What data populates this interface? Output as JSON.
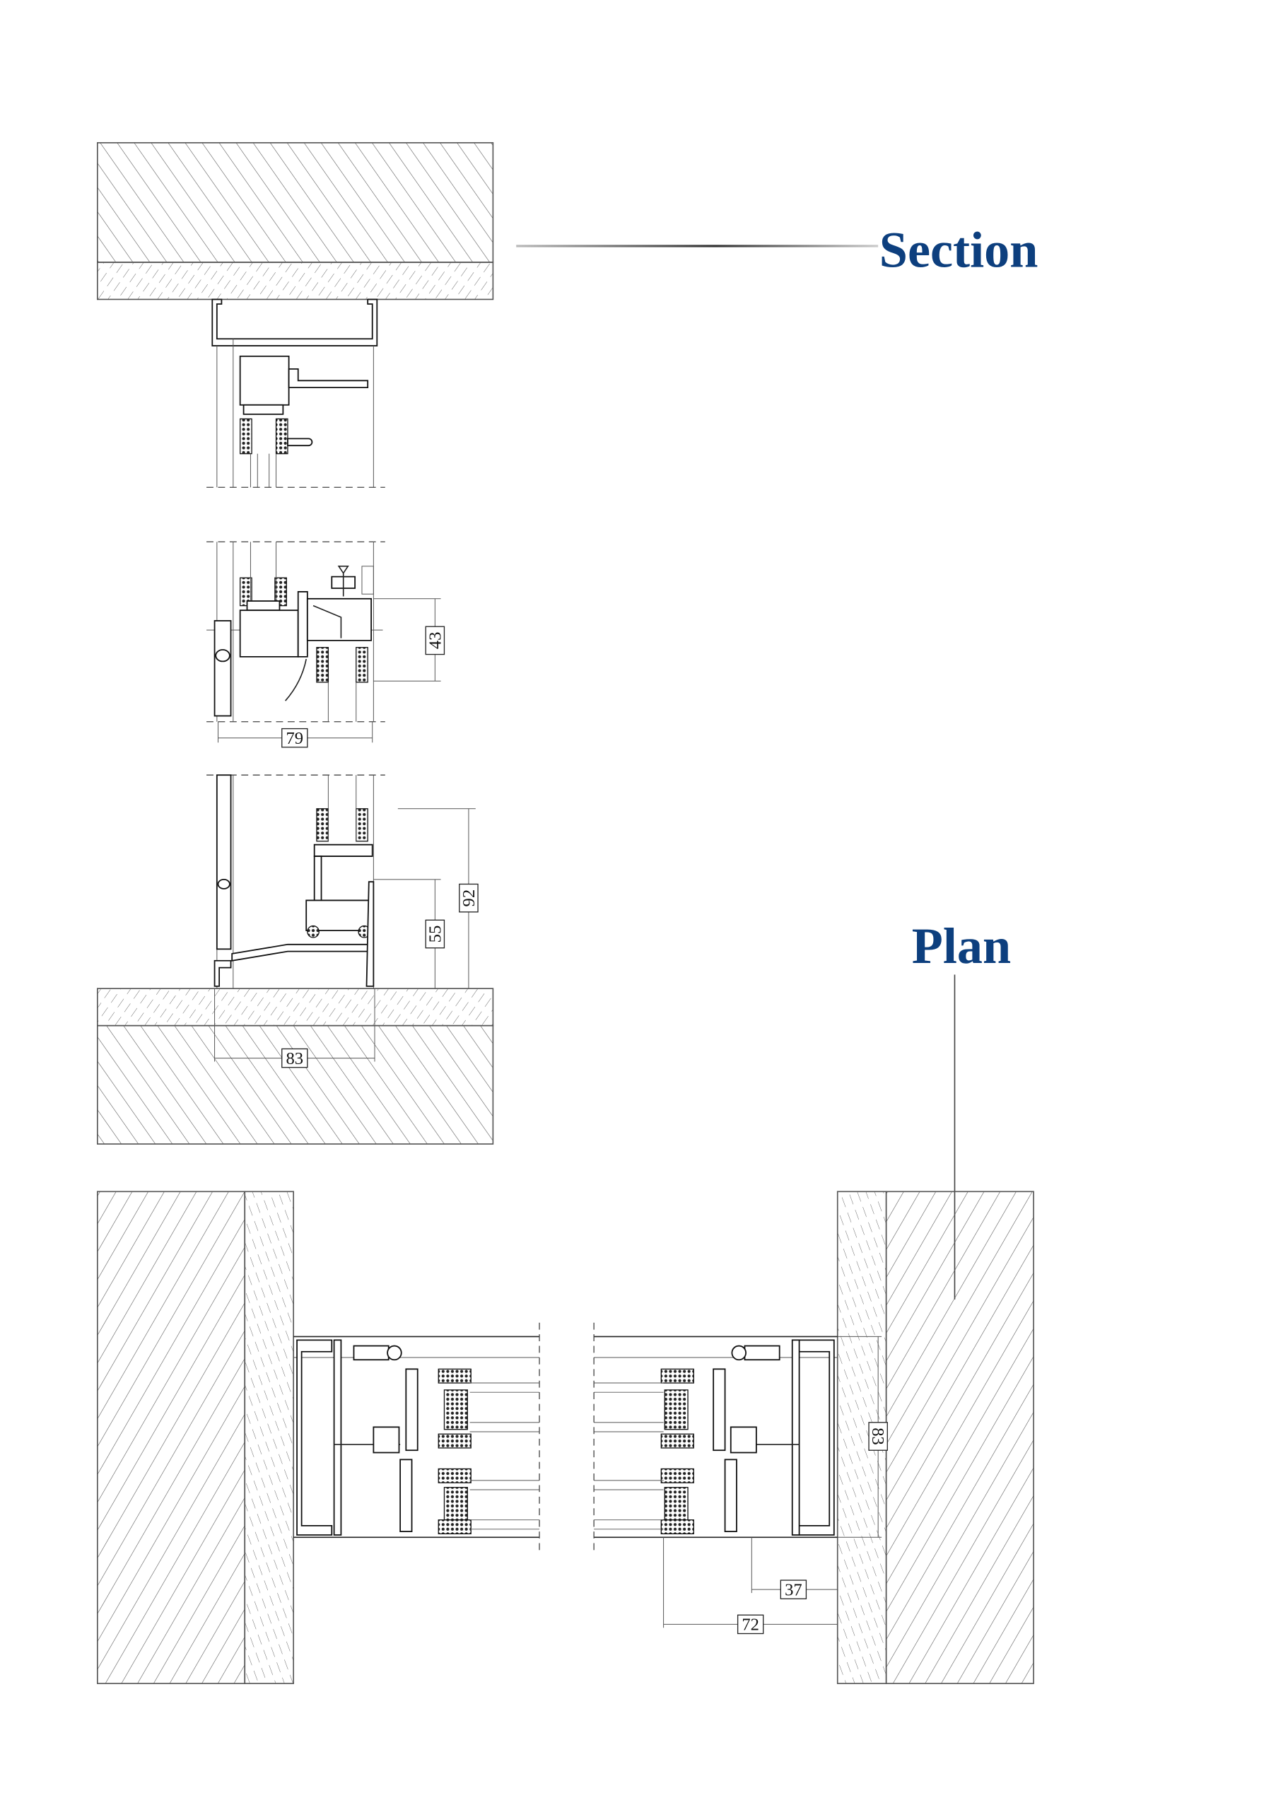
{
  "labels": {
    "section": "Section",
    "plan": "Plan"
  },
  "colors": {
    "title": "#0d3f7e",
    "line": "#222222"
  },
  "section_dimensions": {
    "transom_height": "43",
    "transom_width": "79",
    "sill_total_height": "92",
    "sill_step_height": "55",
    "sill_width": "83"
  },
  "plan_dimensions": {
    "frame_depth": "83",
    "inner_offset": "37",
    "glass_offset": "72"
  }
}
